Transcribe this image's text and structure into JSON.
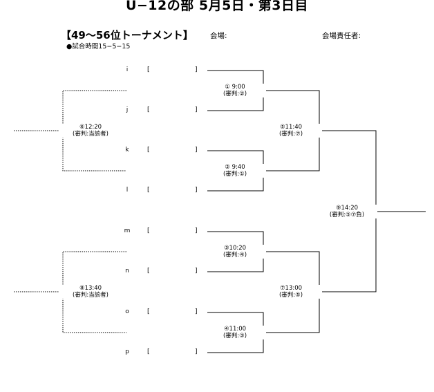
{
  "header": {
    "title": "U−12の部 5月5日・第3日目",
    "bracket_title": "【49〜56位トーナメント】",
    "match_time": "●試合時間15−5−15",
    "venue_label": "会場:",
    "manager_label": "会場責任者:"
  },
  "teams": [
    {
      "letter": "i",
      "open": "[",
      "close": "]"
    },
    {
      "letter": "j",
      "open": "[",
      "close": "]"
    },
    {
      "letter": "k",
      "open": "[",
      "close": "]"
    },
    {
      "letter": "l",
      "open": "[",
      "close": "]"
    },
    {
      "letter": "m",
      "open": "[",
      "close": "]"
    },
    {
      "letter": "n",
      "open": "[",
      "close": "]"
    },
    {
      "letter": "o",
      "open": "[",
      "close": "]"
    },
    {
      "letter": "p",
      "open": "[",
      "close": "]"
    }
  ],
  "matches": {
    "m1": {
      "time": "① 9:00",
      "referee": "(審判:②)"
    },
    "m2": {
      "time": "② 9:40",
      "referee": "(審判:①)"
    },
    "m3": {
      "time": "③10:20",
      "referee": "(審判:④)"
    },
    "m4": {
      "time": "④11:00",
      "referee": "(審判:③)"
    },
    "m5": {
      "time": "⑤11:40",
      "referee": "(審判:⑦)"
    },
    "m6": {
      "time": "⑥12:20",
      "referee": "(審判:当該者)"
    },
    "m7": {
      "time": "⑦13:00",
      "referee": "(審判:⑤)"
    },
    "m8": {
      "time": "⑧13:40",
      "referee": "(審判:当該者)"
    },
    "m9": {
      "time": "⑨14:20",
      "referee": "(審判:⑤⑦負)"
    }
  }
}
